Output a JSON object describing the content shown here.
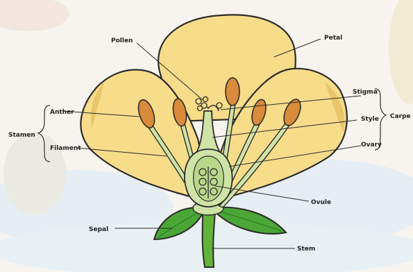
{
  "labels": {
    "pollen": "Pollen",
    "petal": "Petal",
    "anther": "Anther",
    "stamen": "Stamen",
    "filament": "Filament",
    "stigma": "Stigma",
    "style": "Style",
    "ovary": "Ovary",
    "carpel": "Carpe",
    "ovule": "Ovule",
    "sepal": "Sepal",
    "stem": "Stem"
  },
  "colors": {
    "petal": "#f7dc8a",
    "petal_shadow": "#e9c66a",
    "anther": "#d98a3a",
    "filament": "#cfe3a6",
    "leaf": "#4aa636",
    "stem": "#63b33b",
    "outline": "#2b2b2b",
    "sky": "#e3edf2"
  }
}
